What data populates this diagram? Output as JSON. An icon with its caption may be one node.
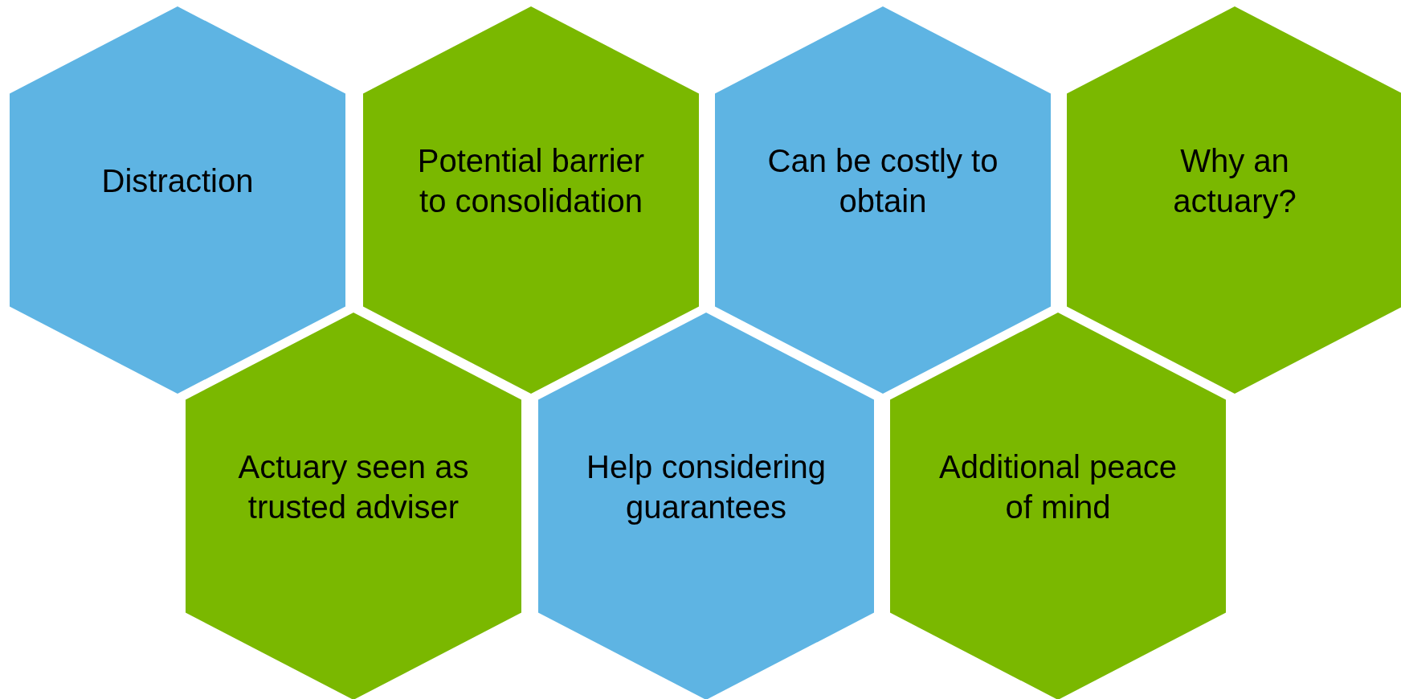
{
  "diagram": {
    "nodes": [
      {
        "text": [
          "Distraction"
        ]
      },
      {
        "text": [
          "Potential barrier to consolidation"
        ]
      },
      {
        "text": [
          "Can be costly to obtain"
        ]
      },
      {
        "text": [
          "Why an actuary?"
        ]
      },
      {
        "text": [
          "Actuary seen as trusted adviser"
        ]
      },
      {
        "text": [
          "Help considering guarantees"
        ]
      },
      {
        "text": [
          "Additional peace of mind"
        ]
      }
    ]
  }
}
